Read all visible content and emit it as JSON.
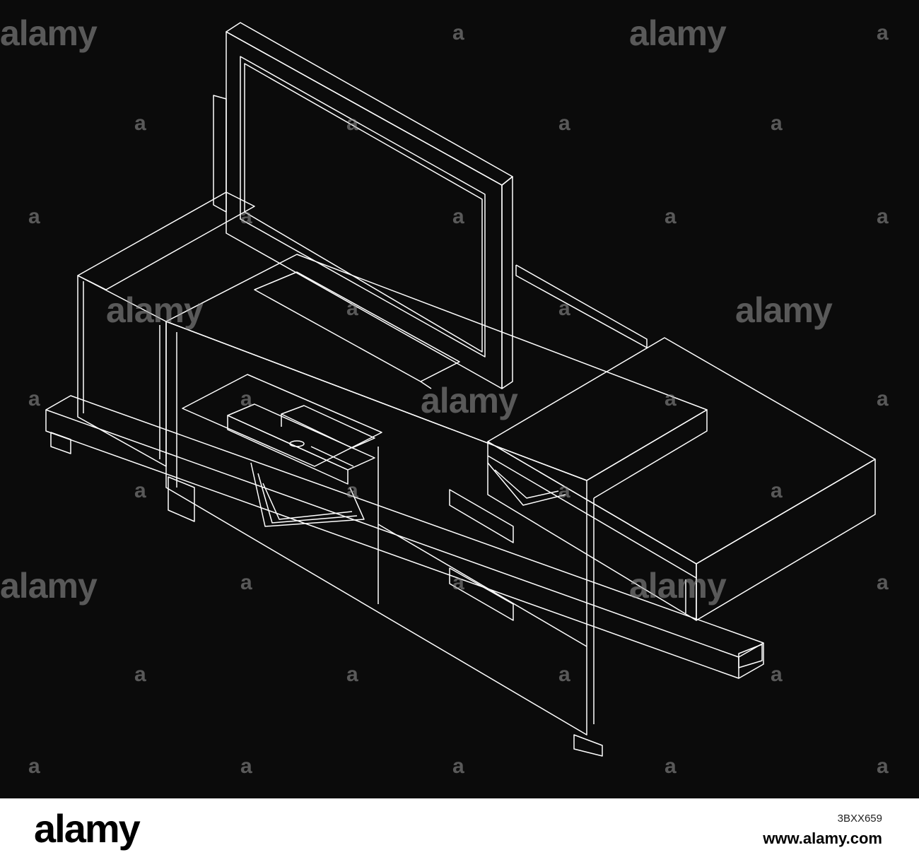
{
  "watermark": {
    "text": "alamy",
    "mark": "a"
  },
  "footer": {
    "logo": "alamy",
    "image_id": "3BXX659",
    "url": "www.alamy.com"
  },
  "colors": {
    "background": "#0b0b0b",
    "line": "#ffffff",
    "watermark": "#9a9a9a",
    "footer_bg": "#ffffff"
  }
}
